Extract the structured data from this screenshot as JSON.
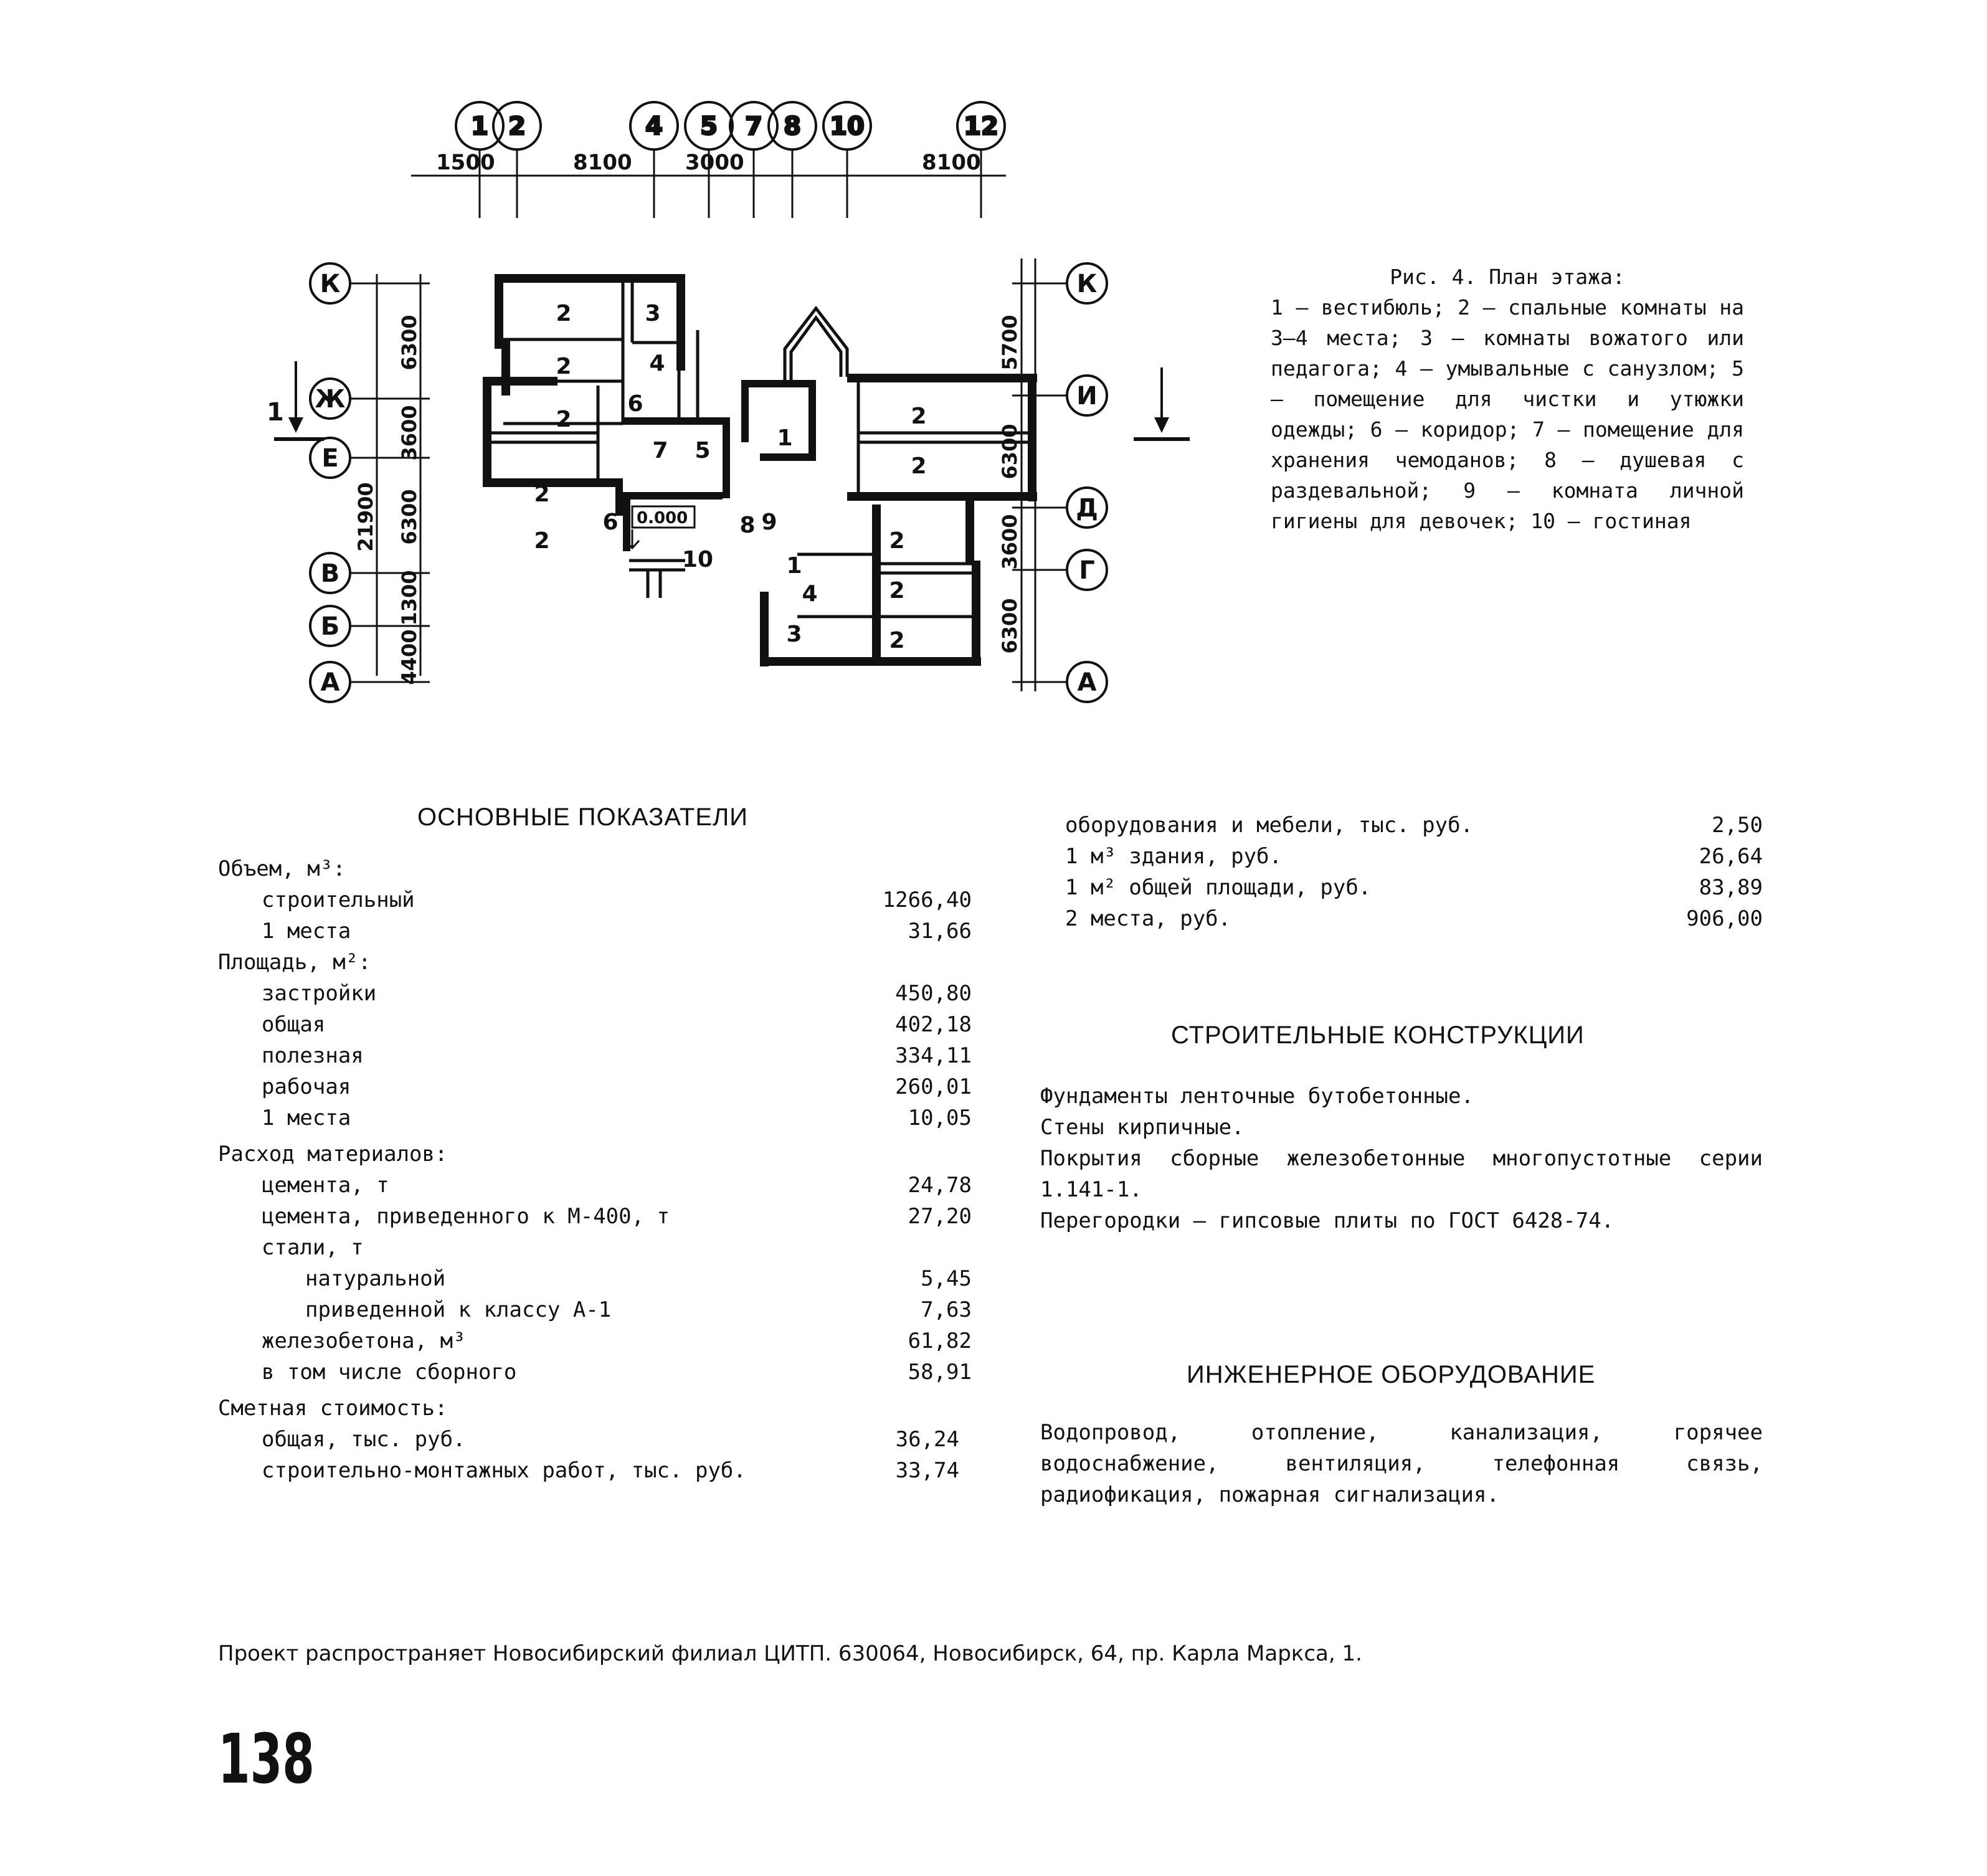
{
  "plan": {
    "axes_top": [
      "1",
      "2",
      "4",
      "5",
      "7",
      "8",
      "10",
      "12"
    ],
    "dims_top": [
      "1500",
      "8100",
      "3000",
      "8100"
    ],
    "axes_left": [
      "К",
      "Ж",
      "Е",
      "В",
      "Б",
      "А"
    ],
    "dims_left": [
      "6300",
      "3600",
      "6300",
      "1300",
      "4400"
    ],
    "dim_total": "21900",
    "axes_right": [
      "К",
      "И",
      "Д",
      "Г",
      "А"
    ],
    "dims_right": [
      "5700",
      "6300",
      "3600",
      "6300"
    ],
    "section_mark": "1",
    "level_mark": "0.000",
    "room_labels": [
      "2",
      "3",
      "2",
      "4",
      "2",
      "6",
      "7",
      "5",
      "1",
      "2",
      "2",
      "2",
      "2",
      "6",
      "8",
      "9",
      "10",
      "2",
      "1",
      "4",
      "2",
      "3",
      "2"
    ]
  },
  "caption": {
    "title": "Рис. 4. План этажа:",
    "body": "1 – вестибюль; 2 – спальные комнаты на 3–4 места; 3 – комнаты вожатого или педагога; 4 – умывальные с санузлом; 5 – помещение для чистки и утюжки одежды; 6 – коридор; 7 – помещение для хранения чемоданов; 8 – душевая с раздевальной; 9 – комната личной гигиены для девочек; 10 – гостиная"
  },
  "indicators": {
    "title": "ОСНОВНЫЕ ПОКАЗАТЕЛИ",
    "rows": [
      {
        "label": "Объем, м³:",
        "value": ""
      },
      {
        "label": "строительный",
        "value": "1266,40"
      },
      {
        "label": "1 места",
        "value": "31,66"
      },
      {
        "label": "Площадь, м²:",
        "value": ""
      },
      {
        "label": "застройки",
        "value": "450,80"
      },
      {
        "label": "общая",
        "value": "402,18"
      },
      {
        "label": "полезная",
        "value": "334,11"
      },
      {
        "label": "рабочая",
        "value": "260,01"
      },
      {
        "label": "1 места",
        "value": "10,05"
      },
      {
        "label": "Расход материалов:",
        "value": ""
      },
      {
        "label": "цемента, т",
        "value": "24,78"
      },
      {
        "label": "цемента, приведенного к М-400, т",
        "value": "27,20"
      },
      {
        "label": "стали, т",
        "value": ""
      },
      {
        "label": "натуральной",
        "value": "5,45"
      },
      {
        "label": "приведенной к классу А-1",
        "value": "7,63"
      },
      {
        "label": "железобетона, м³",
        "value": "61,82"
      },
      {
        "label": "в том числе сборного",
        "value": "58,91"
      },
      {
        "label": "Сметная стоимость:",
        "value": ""
      },
      {
        "label": "общая, тыс. руб.",
        "value": "36,24"
      },
      {
        "label": "строительно-монтажных работ, тыс. руб.",
        "value": "33,74"
      }
    ]
  },
  "costs": {
    "rows": [
      {
        "label": "оборудования и мебели, тыс. руб.",
        "value": "2,50"
      },
      {
        "label": "1 м³ здания, руб.",
        "value": "26,64"
      },
      {
        "label": "1 м² общей площади, руб.",
        "value": "83,89"
      },
      {
        "label": "2 места, руб.",
        "value": "906,00"
      }
    ]
  },
  "constructions": {
    "title": "СТРОИТЕЛЬНЫЕ КОНСТРУКЦИИ",
    "lines": [
      "Фундаменты ленточные бутобетонные.",
      "Стены кирпичные.",
      "Покрытия сборные железобетонные многопустотные серии 1.141-1.",
      "Перегородки – гипсовые плиты по ГОСТ 6428-74."
    ]
  },
  "engineering": {
    "title": "ИНЖЕНЕРНОЕ ОБОРУДОВАНИЕ",
    "text": "Водопровод, отопление, канализация, горячее водоснабжение, вентиляция, телефонная связь, радиофикация, пожарная сигнализация."
  },
  "footer": {
    "text": "Проект распространяет Новосибирский филиал ЦИТП. 630064, Новосибирск, 64, пр. Карла Маркса, 1."
  },
  "page_number": "138"
}
